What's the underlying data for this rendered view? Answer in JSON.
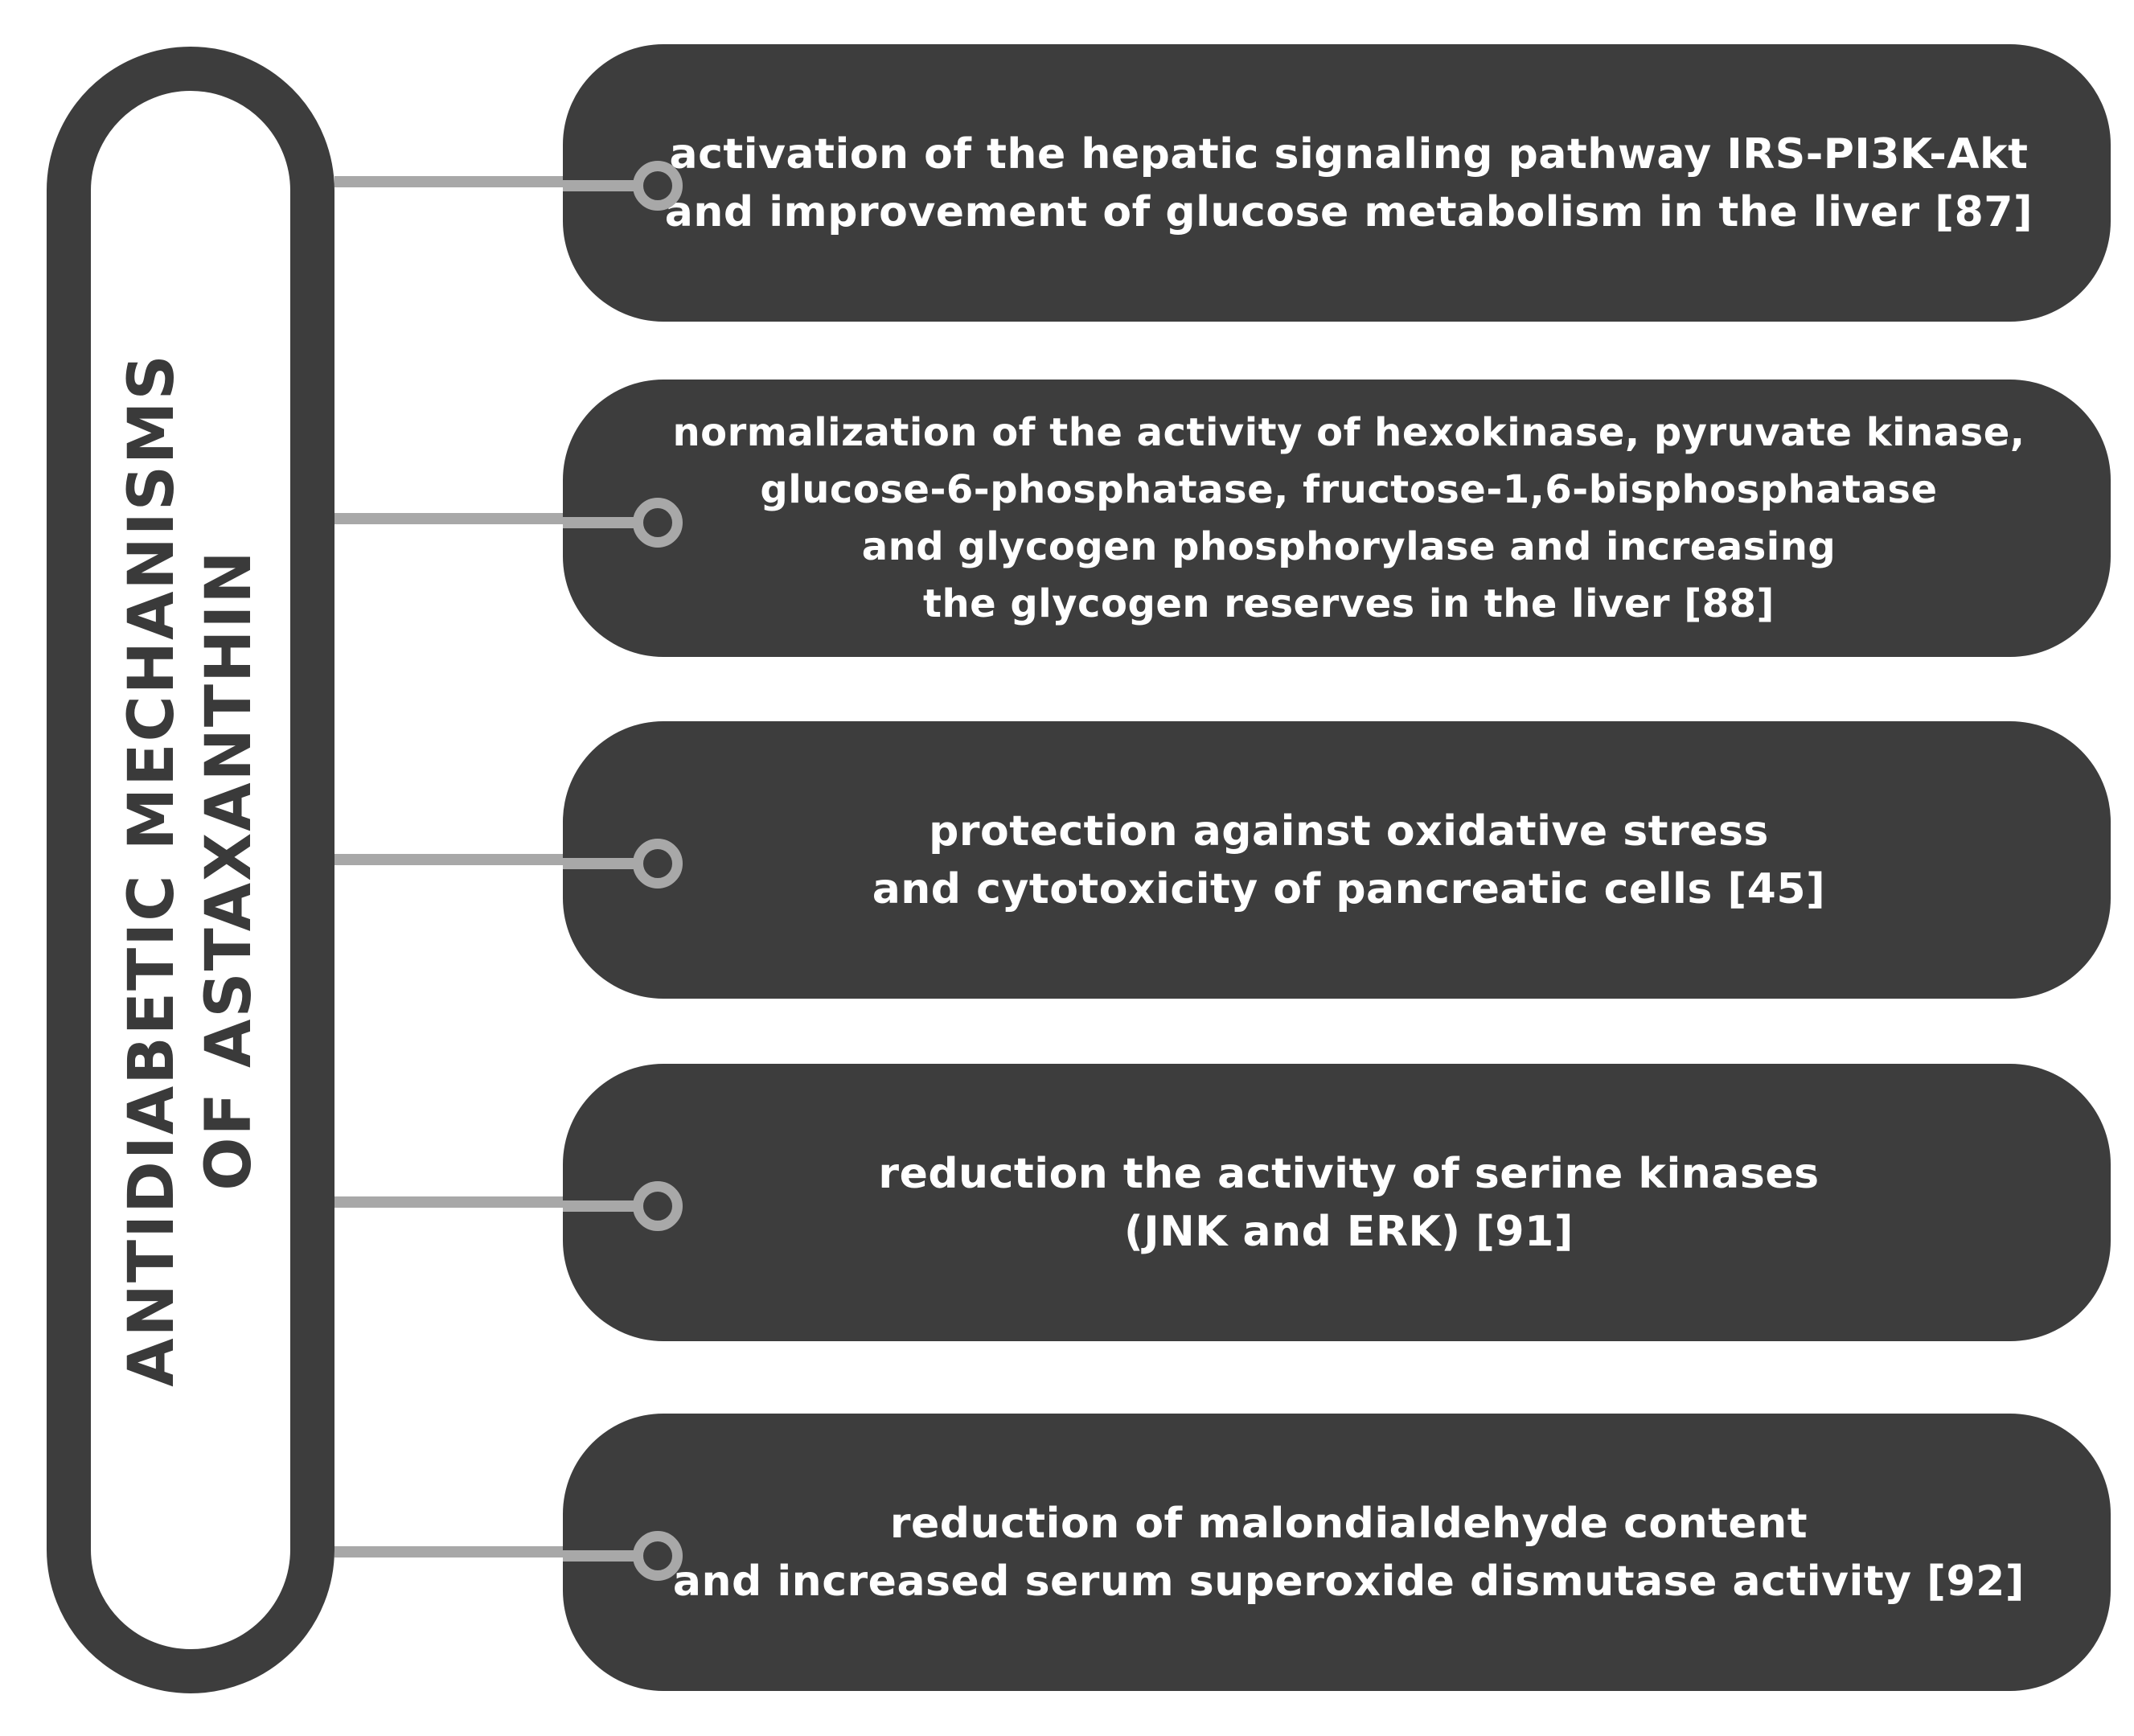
{
  "title": {
    "line1": "ANTIDIABETIC MECHANISMS",
    "line2": "OF ASTAXANTHIN"
  },
  "mechanisms": [
    {
      "lines": [
        "activation of the hepatic signaling pathway IRS-PI3K-Akt",
        "and improvement of glucose metabolism in the liver [87]"
      ]
    },
    {
      "lines": [
        "normalization of the activity of hexokinase, pyruvate kinase,",
        "glucose-6-phosphatase, fructose-1,6-bisphosphatase",
        "and glycogen phosphorylase and increasing",
        "the glycogen reserves in the liver [88]"
      ]
    },
    {
      "lines": [
        "protection against oxidative stress",
        "and cytotoxicity of pancreatic cells [45]"
      ]
    },
    {
      "lines": [
        "reduction the activity of serine kinases",
        "(JNK and ERK) [91]"
      ]
    },
    {
      "lines": [
        "reduction of malondialdehyde content",
        "and increased serum superoxide dismutase activity [92]"
      ]
    }
  ],
  "colors": {
    "box": "#3d3d3d",
    "connector": "#a8a8a8",
    "text_on_box": "#ffffff",
    "title_text": "#3a3a3a"
  }
}
